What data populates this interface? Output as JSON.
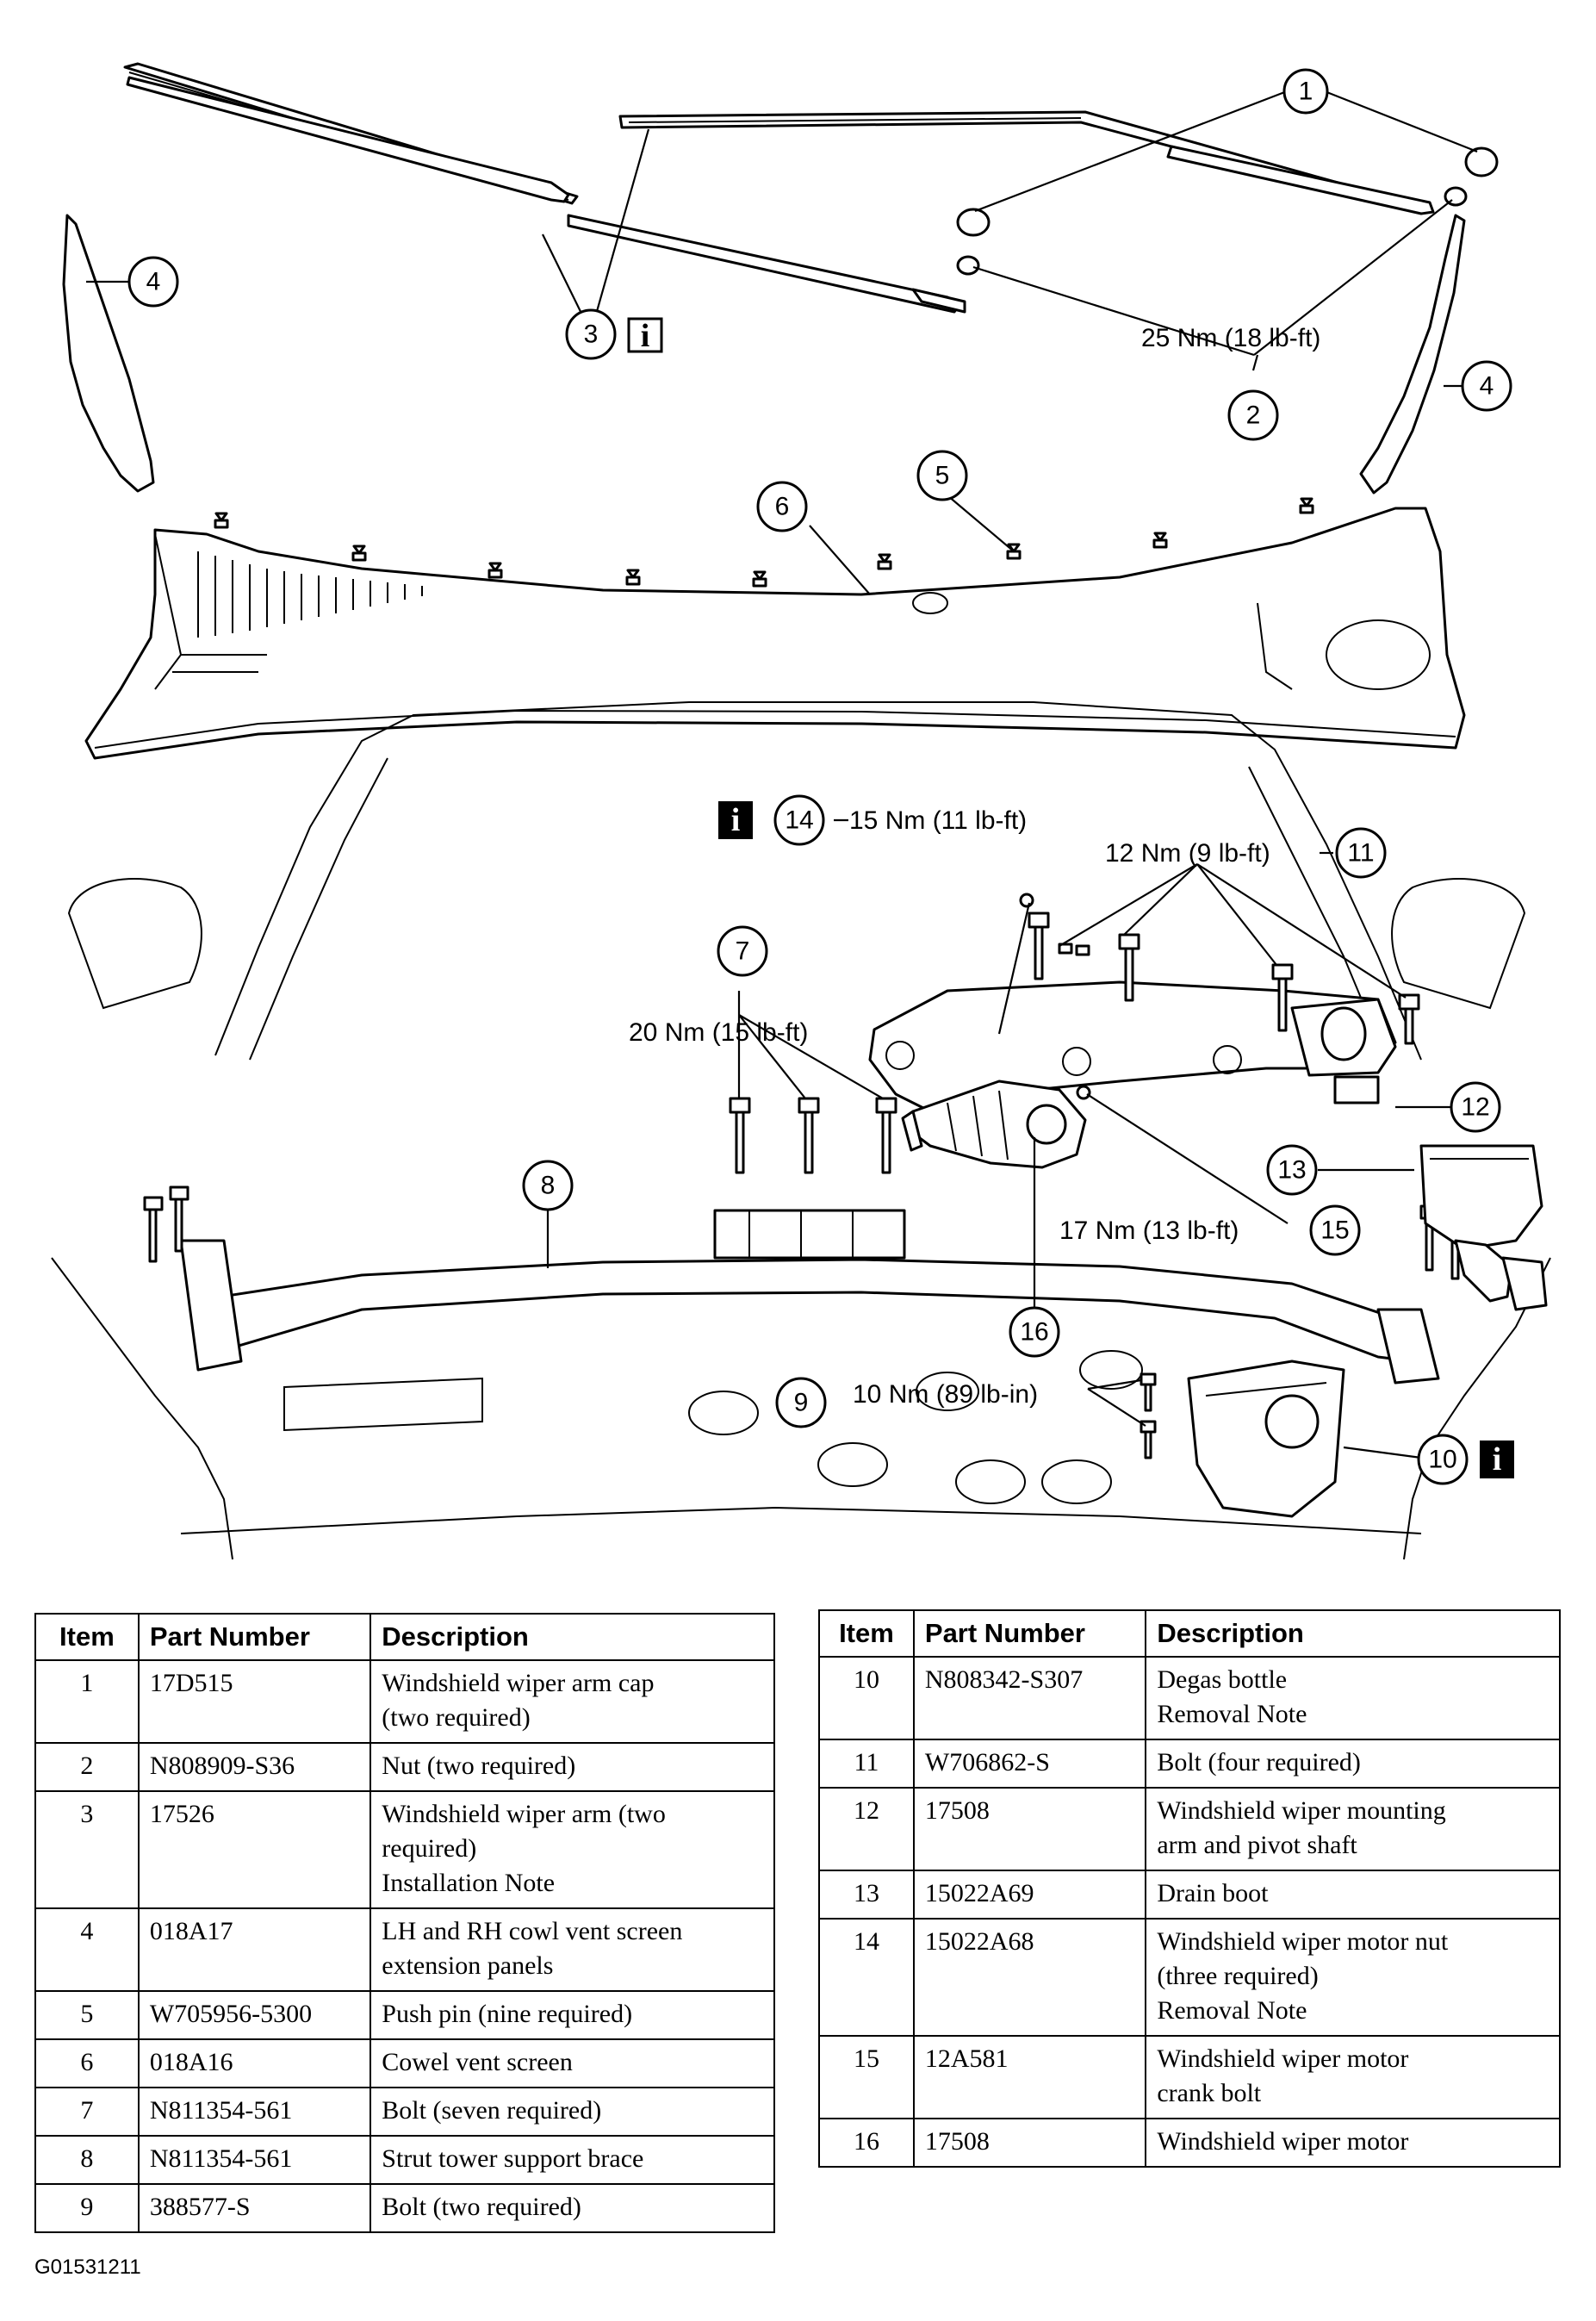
{
  "callouts": {
    "c1": "1",
    "c2": "2",
    "c3": "3",
    "c4a": "4",
    "c4b": "4",
    "c5": "5",
    "c6": "6",
    "c7": "7",
    "c8": "8",
    "c9": "9",
    "c10": "10",
    "c11": "11",
    "c12": "12",
    "c13": "13",
    "c14": "14",
    "c15": "15",
    "c16": "16"
  },
  "torques": {
    "t2": "25 Nm (18 lb-ft)",
    "t14": "15 Nm (11 lb-ft)",
    "t11": "12 Nm (9 lb-ft)",
    "t7": "20 Nm (15 lb-ft)",
    "t15": "17 Nm (13 lb-ft)",
    "t9": "10 Nm (89 lb-in)"
  },
  "info_glyph": "i",
  "table_headers": {
    "item": "Item",
    "part_number": "Part Number",
    "description": "Description"
  },
  "parts_left": [
    {
      "item": "1",
      "part_number": "17D515",
      "description": [
        "Windshield wiper arm cap",
        "(two required)"
      ]
    },
    {
      "item": "2",
      "part_number": "N808909-S36",
      "description": [
        "Nut (two required)"
      ]
    },
    {
      "item": "3",
      "part_number": "17526",
      "description": [
        "Windshield wiper arm (two",
        "required)",
        "Installation Note"
      ]
    },
    {
      "item": "4",
      "part_number": "018A17",
      "description": [
        "LH and RH cowl vent screen",
        "extension panels"
      ]
    },
    {
      "item": "5",
      "part_number": "W705956-5300",
      "description": [
        "Push pin (nine required)"
      ]
    },
    {
      "item": "6",
      "part_number": "018A16",
      "description": [
        "Cowel vent screen"
      ]
    },
    {
      "item": "7",
      "part_number": "N811354-561",
      "description": [
        "Bolt (seven required)"
      ]
    },
    {
      "item": "8",
      "part_number": "N811354-561",
      "description": [
        "Strut tower support brace"
      ]
    },
    {
      "item": "9",
      "part_number": "388577-S",
      "description": [
        "Bolt (two required)"
      ]
    }
  ],
  "parts_right": [
    {
      "item": "10",
      "part_number": "N808342-S307",
      "description": [
        "Degas bottle",
        "Removal Note"
      ]
    },
    {
      "item": "11",
      "part_number": "W706862-S",
      "description": [
        "Bolt (four required)"
      ]
    },
    {
      "item": "12",
      "part_number": "17508",
      "description": [
        "Windshield wiper mounting",
        "arm and pivot shaft"
      ]
    },
    {
      "item": "13",
      "part_number": "15022A69",
      "description": [
        "Drain boot"
      ]
    },
    {
      "item": "14",
      "part_number": "15022A68",
      "description": [
        "Windshield wiper motor nut",
        "(three required)",
        "Removal Note"
      ]
    },
    {
      "item": "15",
      "part_number": "12A581",
      "description": [
        "Windshield wiper motor",
        "crank bolt"
      ]
    },
    {
      "item": "16",
      "part_number": "17508",
      "description": [
        "Windshield wiper motor"
      ]
    }
  ],
  "figure_id": "G01531211"
}
